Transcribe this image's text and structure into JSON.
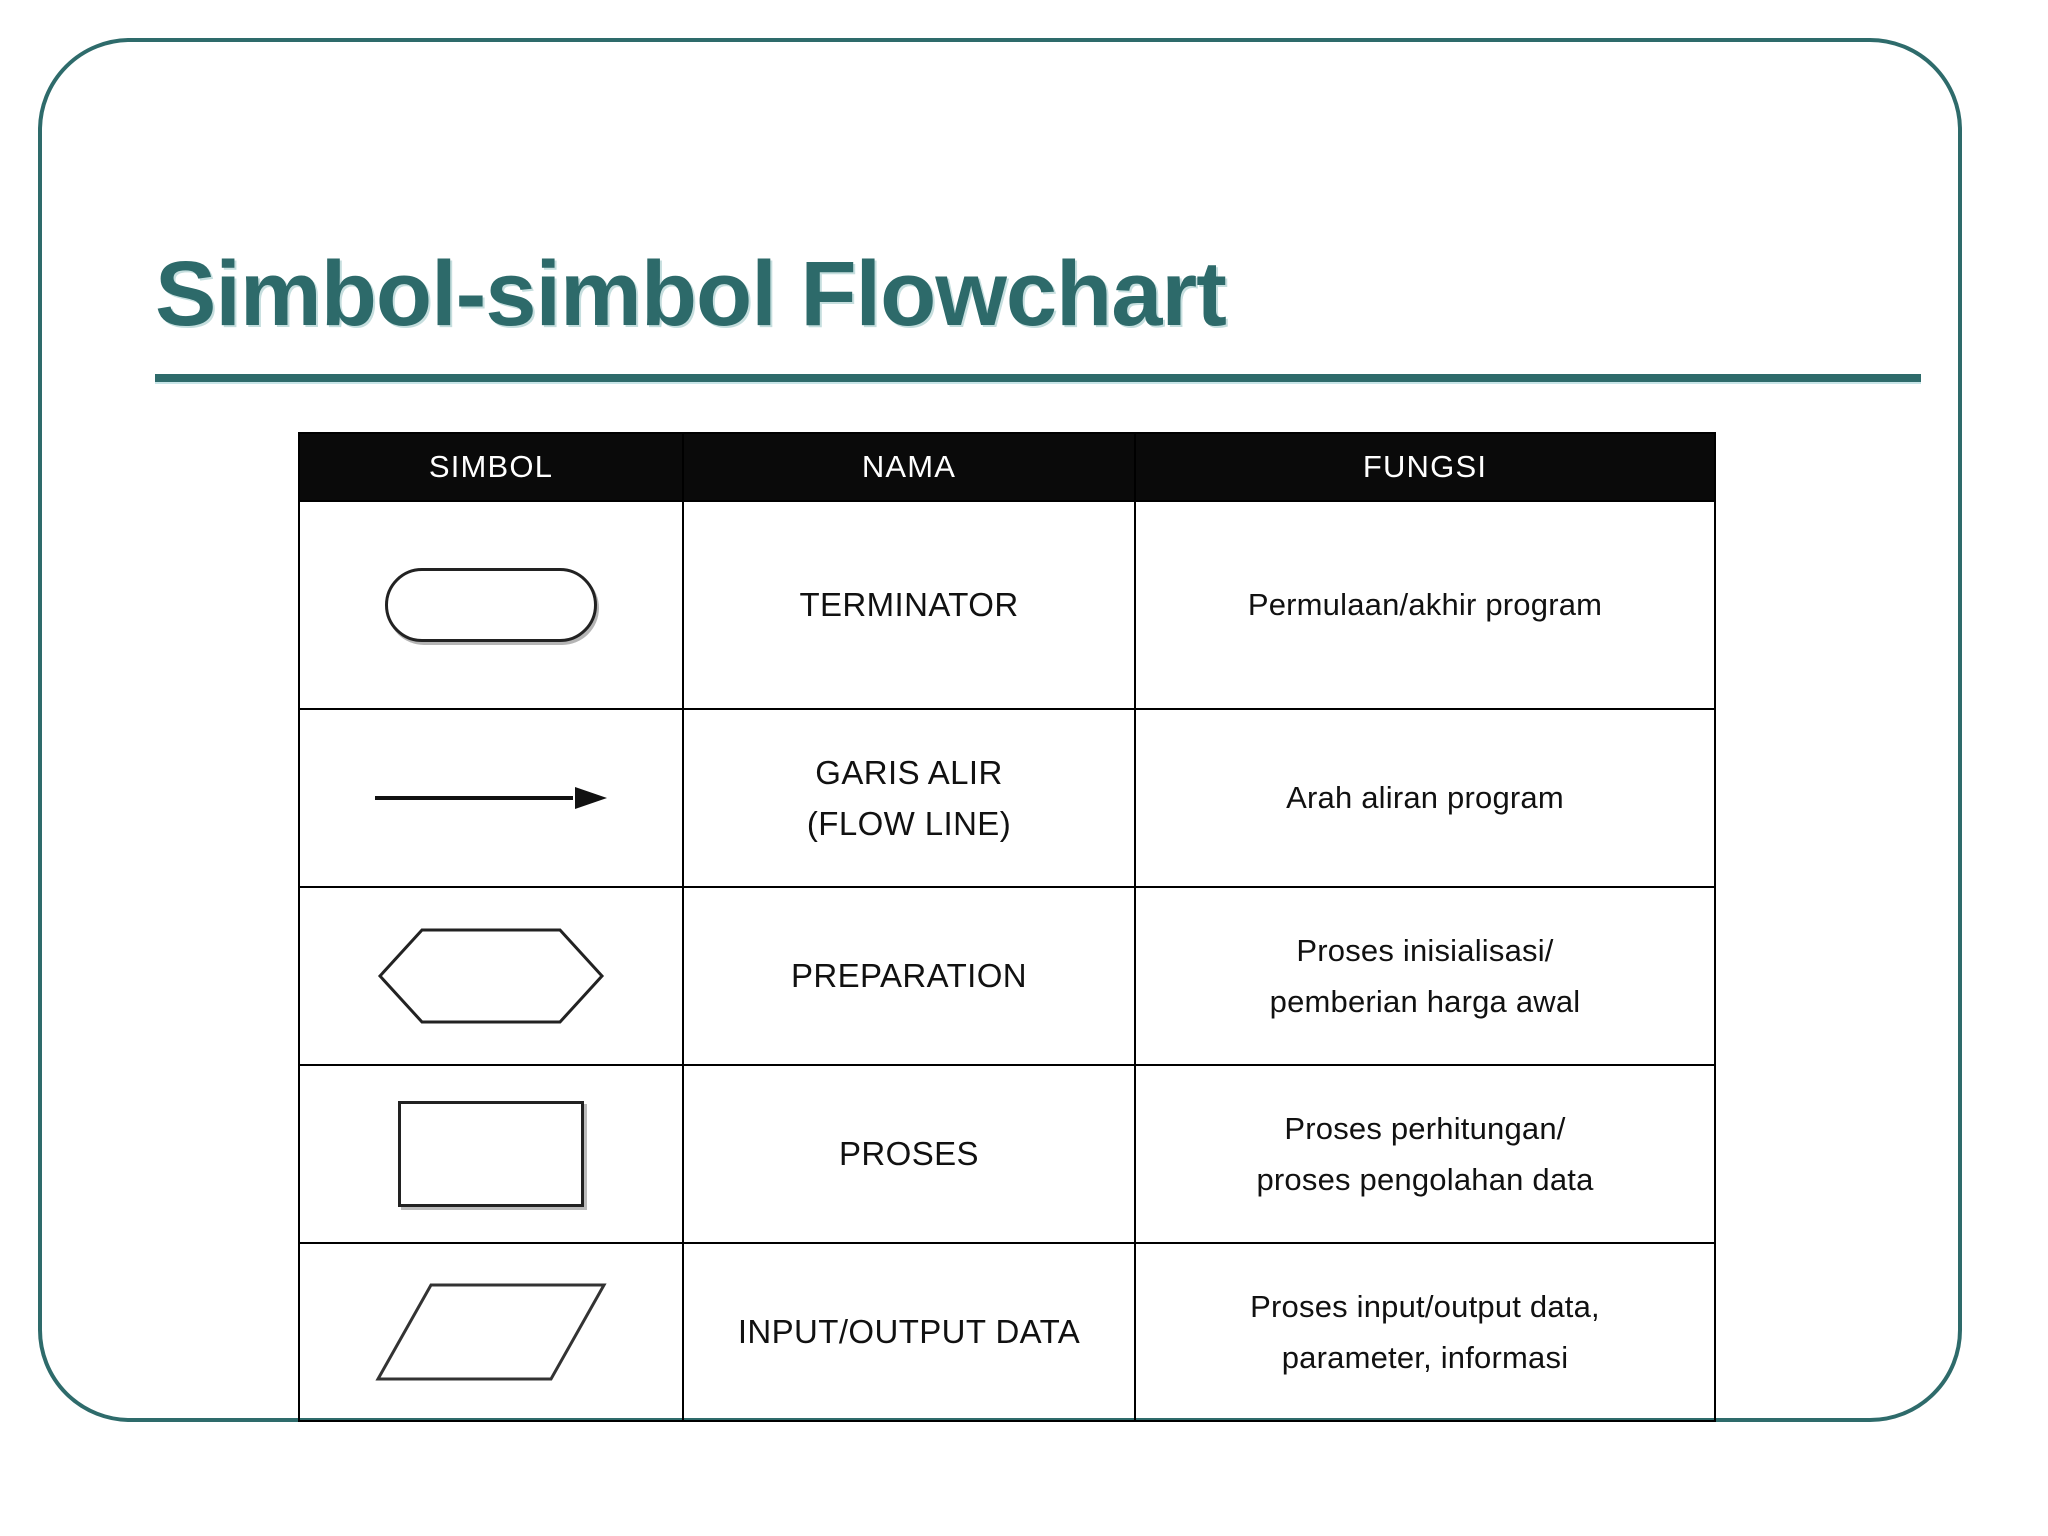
{
  "slide": {
    "title": "Simbol-simbol Flowchart",
    "accent_color": "#2e6b6b",
    "border_color": "#2e6b6b",
    "background_color": "#ffffff"
  },
  "table": {
    "headers": [
      "SIMBOL",
      "NAMA",
      "FUNGSI"
    ],
    "header_background": "#000000",
    "header_text_color": "#ffffff",
    "rows": [
      {
        "symbol_icon": "terminator-stadium-shape",
        "name_lines": [
          "TERMINATOR"
        ],
        "desc_lines": [
          "Permulaan/akhir program"
        ]
      },
      {
        "symbol_icon": "flow-line-arrow-shape",
        "name_lines": [
          "GARIS ALIR",
          "(FLOW LINE)"
        ],
        "desc_lines": [
          "Arah aliran program"
        ]
      },
      {
        "symbol_icon": "preparation-hexagon-shape",
        "name_lines": [
          "PREPARATION"
        ],
        "desc_lines": [
          "Proses inisialisasi/",
          "pemberian harga awal"
        ]
      },
      {
        "symbol_icon": "process-rectangle-shape",
        "name_lines": [
          "PROSES"
        ],
        "desc_lines": [
          "Proses perhitungan/",
          "proses pengolahan data"
        ]
      },
      {
        "symbol_icon": "input-output-parallelogram-shape",
        "name_lines": [
          "INPUT/OUTPUT DATA"
        ],
        "desc_lines": [
          "Proses input/output data,",
          "parameter, informasi"
        ]
      }
    ]
  }
}
